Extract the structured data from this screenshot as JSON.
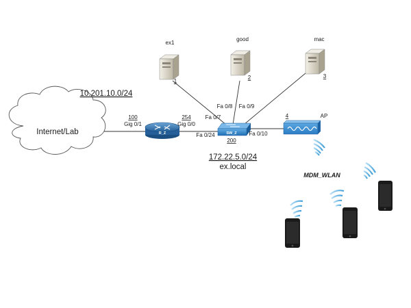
{
  "cloud": {
    "label": "Internet/Lab"
  },
  "networks": {
    "upper": "10.201.10.0/24",
    "lower": "172.22.5.0/24",
    "domain": "ex.local"
  },
  "router": {
    "name": "R_Z",
    "left_host": "100",
    "left_port": "Gig 0/1",
    "right_host": "254",
    "right_port": "Gig 0/0"
  },
  "switch": {
    "name": "SW_Z",
    "host": "200",
    "ports": {
      "to_router": "Fa 0/24",
      "to_ex1": "Fa 0/7",
      "to_good": "Fa 0/8",
      "to_mac": "Fa 0/9",
      "to_ap": "Fa 0/10"
    }
  },
  "servers": [
    {
      "name": "ex1",
      "host": "1"
    },
    {
      "name": "good",
      "host": "2"
    },
    {
      "name": "mac",
      "host": "3"
    }
  ],
  "ap": {
    "label": "AP",
    "host": "4"
  },
  "wlan": {
    "name": "MDM_WLAN"
  },
  "colors": {
    "router": "#2d6ea8",
    "switch": "#2a7cc4",
    "ap": "#3a8ed0",
    "server": "#d9d4c4",
    "phone": "#1a1a1a"
  }
}
